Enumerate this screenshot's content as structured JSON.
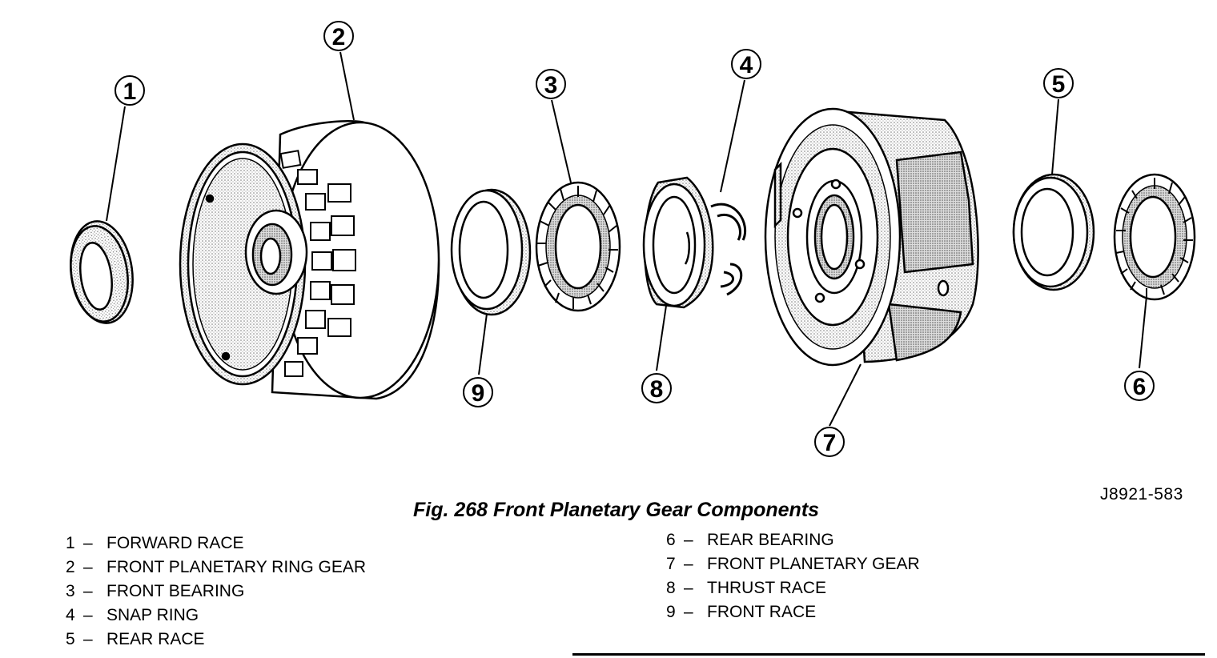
{
  "figure": {
    "id_code": "J8921-583",
    "caption": "Fig. 268 Front Planetary Gear Components"
  },
  "callouts": [
    "1",
    "2",
    "3",
    "4",
    "5",
    "6",
    "7",
    "8",
    "9"
  ],
  "legend": {
    "left": [
      {
        "num": "1",
        "dash": "–",
        "label": "FORWARD RACE"
      },
      {
        "num": "2",
        "dash": "–",
        "label": "FRONT PLANETARY RING GEAR"
      },
      {
        "num": "3",
        "dash": "–",
        "label": "FRONT BEARING"
      },
      {
        "num": "4",
        "dash": "–",
        "label": "SNAP RING"
      },
      {
        "num": "5",
        "dash": "–",
        "label": "REAR RACE"
      }
    ],
    "right": [
      {
        "num": "6",
        "dash": "–",
        "label": "REAR BEARING"
      },
      {
        "num": "7",
        "dash": "–",
        "label": "FRONT PLANETARY GEAR"
      },
      {
        "num": "8",
        "dash": "–",
        "label": "THRUST RACE"
      },
      {
        "num": "9",
        "dash": "–",
        "label": "FRONT RACE"
      }
    ]
  }
}
